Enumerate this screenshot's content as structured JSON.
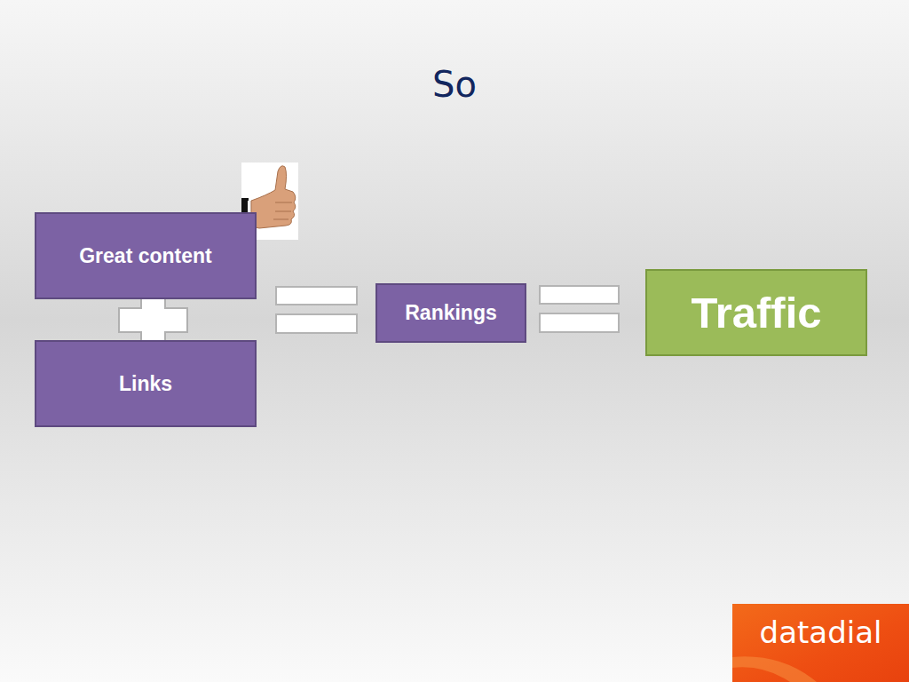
{
  "diagram": {
    "title": "So",
    "nodes": [
      {
        "text": [
          "Great content"
        ]
      },
      {
        "text": [
          "Links"
        ]
      },
      {
        "text": [
          "Rankings"
        ]
      },
      {
        "text": [
          "Traffic"
        ]
      }
    ],
    "labels": [
      "datadial"
    ]
  }
}
